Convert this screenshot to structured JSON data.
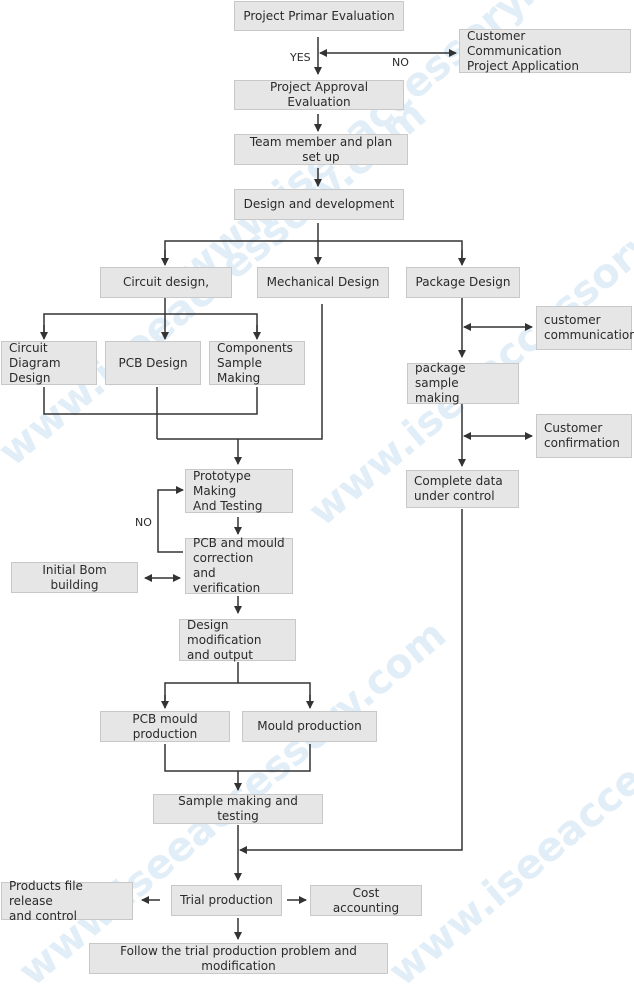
{
  "watermark": "www.iseeaccessory.com",
  "nodes": {
    "primary_evaluation": "Project Primar  Evaluation",
    "customer_comm_app": "Customer Communication\nProject Application",
    "approval_evaluation": "Project Approval Evaluation",
    "team_plan": "Team member and plan set up",
    "design_dev": "Design and development",
    "circuit_design": "Circuit design,",
    "mechanical_design": "Mechanical Design",
    "package_design": "Package Design",
    "customer_communication": "customer\ncommunication",
    "circuit_diagram": "Circuit Diagram\nDesign",
    "pcb_design": "PCB Design",
    "components_sample": "Components\nSample Making",
    "package_sample": "package sample\nmaking",
    "customer_confirmation": "Customer\nconfirmation",
    "complete_data": "Complete data\nunder control",
    "prototype": "Prototype Making\nAnd Testing",
    "pcb_mould_correction": "PCB and mould\ncorrection\nand verification",
    "initial_bom": "Initial Bom building",
    "design_modification": "Design modification\nand output",
    "pcb_mould_production": "PCB mould production",
    "mould_production": "Mould production",
    "sample_testing": "Sample making and testing",
    "trial_production": "Trial production",
    "products_file": "Products file release\nand control",
    "cost_accounting": "Cost accounting",
    "follow_trial": "Follow the trial production problem and modification"
  },
  "labels": {
    "yes": "YES",
    "no": "NO",
    "no_loop": "NO"
  },
  "colors": {
    "box_fill": "#e6e6e6",
    "box_border": "#c8c8c8",
    "line": "#333333",
    "watermark": "#d7e9f6"
  }
}
